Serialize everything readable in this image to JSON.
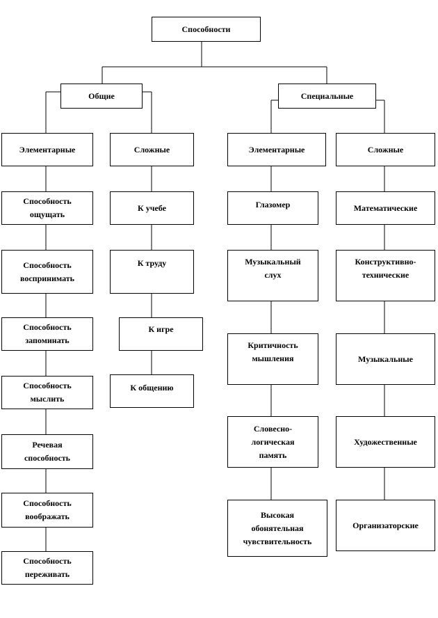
{
  "diagram": {
    "root": "Способности",
    "general": {
      "label": "Общие",
      "elementary": {
        "label": "Элементарные",
        "items": [
          "Способность\nощущать",
          "Способность\nвоспринимать",
          "Способность\nзапоминать",
          "Способность\nмыслить",
          "Речевая\nспособность",
          "Способность\nвоображать",
          "Способность\nпереживать"
        ]
      },
      "complex": {
        "label": "Сложные",
        "items": [
          "К учебе",
          "К труду",
          "К игре",
          "К общению"
        ]
      }
    },
    "special": {
      "label": "Специальные",
      "elementary": {
        "label": "Элементарные",
        "items": [
          "Глазомер",
          "Музыкальный\nслух",
          "Критичность\nмышления",
          "Словесно-\nлогическая\nпамять",
          "Высокая\nобонятельная\nчувствительность"
        ]
      },
      "complex": {
        "label": "Сложные",
        "items": [
          "Математические",
          "Конструктивно-\nтехнические",
          "Музыкальные",
          "Художественные",
          "Организаторские"
        ]
      }
    }
  }
}
